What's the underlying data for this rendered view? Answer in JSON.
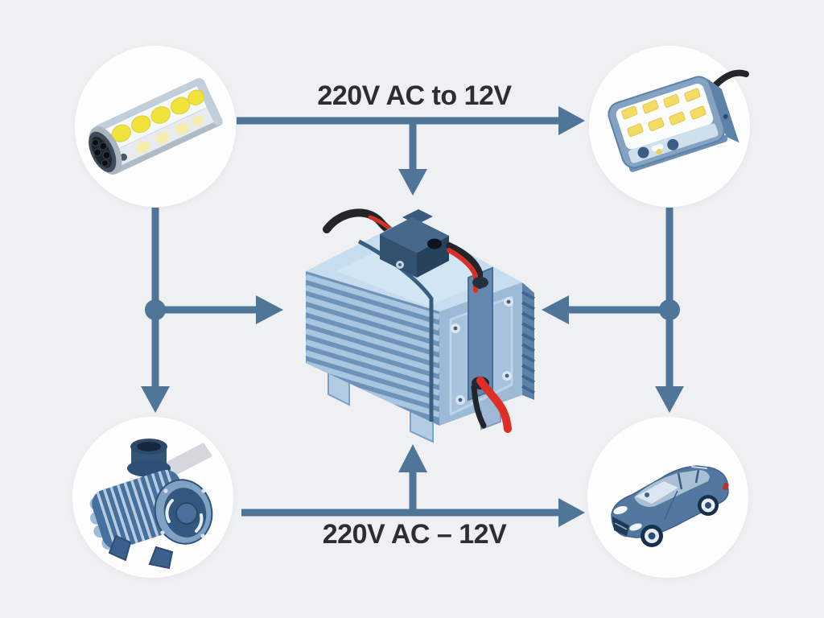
{
  "diagram": {
    "labels": {
      "top": "220V AC to 12V",
      "bottom": "220V AC – 12V"
    },
    "nodes": {
      "center": {
        "icon": "power-converter-icon",
        "description": "blue finned 220V-to-12V power converter with red and black cables"
      },
      "top_left": {
        "icon": "led-strip-light-icon",
        "description": "LED strip light bar with round connector plug"
      },
      "top_right": {
        "icon": "led-work-light-icon",
        "description": "LED work light panel with black power cord"
      },
      "bottom_left": {
        "icon": "water-pump-motor-icon",
        "description": "electric water pump motor"
      },
      "bottom_right": {
        "icon": "car-icon",
        "description": "blue car"
      }
    },
    "colors": {
      "background": "#eff0f2",
      "arrow": "#4f7599",
      "text": "#2c2e31",
      "node_background": "#fefefe",
      "device_blue": "#53779f",
      "led_yellow": "#f1e23c",
      "wire_red": "#dd2f26",
      "wire_black": "#22262b"
    }
  }
}
